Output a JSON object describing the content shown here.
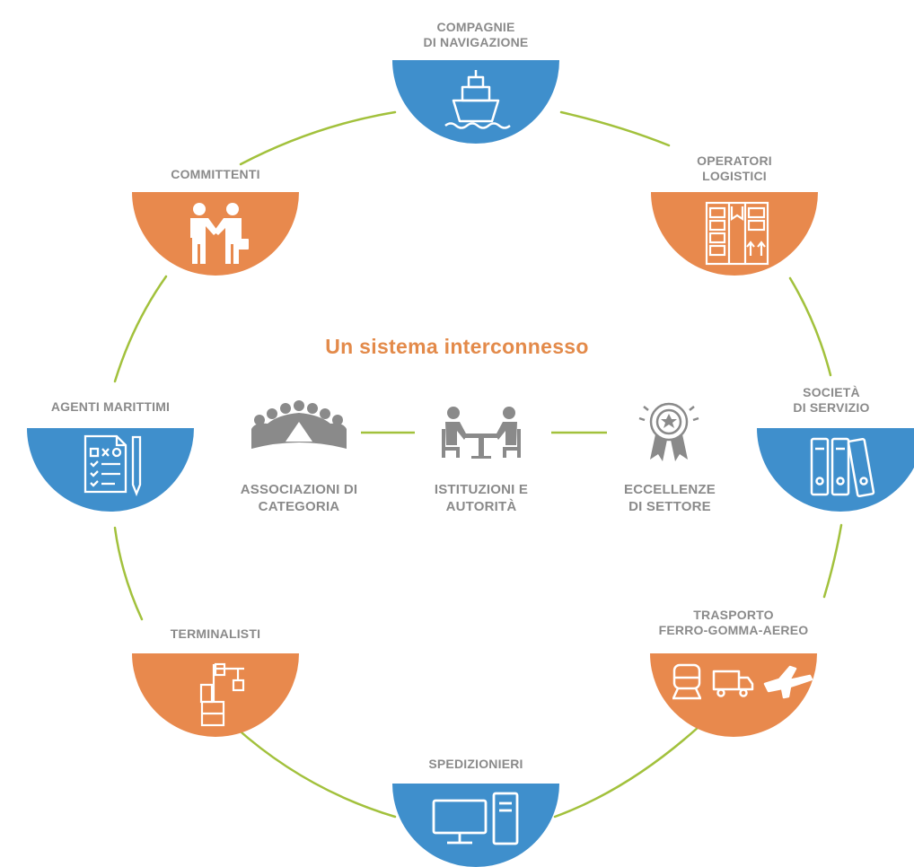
{
  "title": "Un sistema interconnesso",
  "colors": {
    "blue": "#3f8fcc",
    "orange": "#e8894d",
    "green": "#a2c13c",
    "gray": "#8a8a8a"
  },
  "nodes": [
    {
      "id": "compagnie",
      "label": "COMPAGNIE\nDI NAVIGAZIONE",
      "color": "blue",
      "icon": "ship-icon"
    },
    {
      "id": "operatori",
      "label": "OPERATORI\nLOGISTICI",
      "color": "orange",
      "icon": "warehouse-shelves-icon"
    },
    {
      "id": "societa",
      "label": "SOCIETÀ\nDI SERVIZIO",
      "color": "blue",
      "icon": "binders-icon"
    },
    {
      "id": "trasporto",
      "label": "TRASPORTO\nFERRO-GOMMA-AEREO",
      "color": "orange",
      "icon": "train-truck-plane-icon"
    },
    {
      "id": "spedizionieri",
      "label": "SPEDIZIONIERI",
      "color": "blue",
      "icon": "computer-icon"
    },
    {
      "id": "terminalisti",
      "label": "TERMINALISTI",
      "color": "orange",
      "icon": "crane-icon"
    },
    {
      "id": "agenti",
      "label": "AGENTI MARITTIMI",
      "color": "blue",
      "icon": "checklist-icon"
    },
    {
      "id": "committenti",
      "label": "COMMITTENTI",
      "color": "orange",
      "icon": "handshake-icon"
    }
  ],
  "center": [
    {
      "id": "associazioni",
      "label": "ASSOCIAZIONI DI\nCATEGORIA",
      "icon": "group-icon"
    },
    {
      "id": "istituzioni",
      "label": "ISTITUZIONI E\nAUTORITÀ",
      "icon": "meeting-icon"
    },
    {
      "id": "eccellenze",
      "label": "ECCELLENZE\nDI SETTORE",
      "icon": "award-icon"
    }
  ]
}
